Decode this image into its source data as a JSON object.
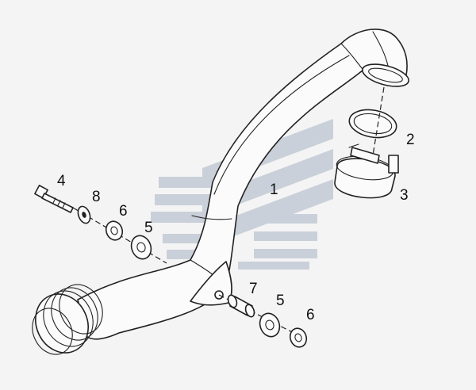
{
  "callouts": {
    "c1": "1",
    "c2": "2",
    "c3": "3",
    "c4": "4",
    "c5a": "5",
    "c5b": "5",
    "c6a": "6",
    "c6b": "6",
    "c7": "7",
    "c8": "8"
  },
  "colors": {
    "background": "#f4f4f4",
    "line": "#222222",
    "watermark": "#a9b4c4"
  },
  "icons": {
    "watermark": "striped-logo-watermark"
  }
}
